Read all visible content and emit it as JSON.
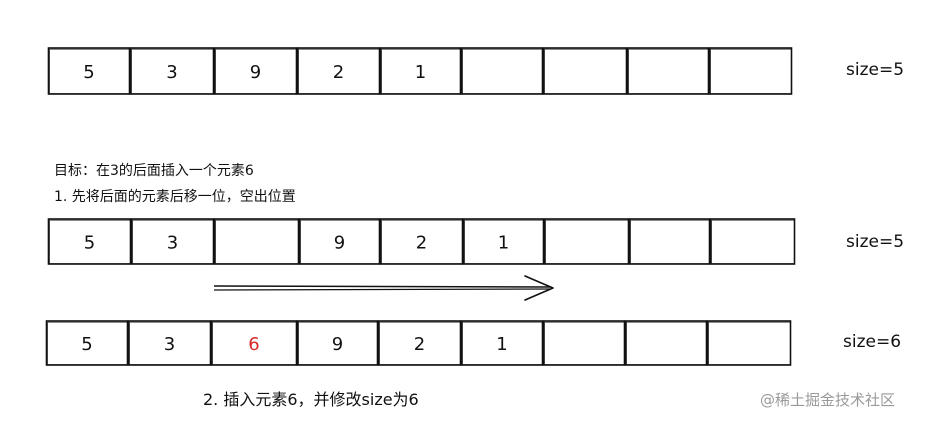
{
  "rows": [
    {
      "cells": [
        "5",
        "3",
        "9",
        "2",
        "1",
        "",
        "",
        "",
        ""
      ],
      "highlight_index": -1,
      "size_label": "size=5"
    },
    {
      "cells": [
        "5",
        "3",
        "",
        "9",
        "2",
        "1",
        "",
        "",
        ""
      ],
      "highlight_index": -1,
      "size_label": "size=5"
    },
    {
      "cells": [
        "5",
        "3",
        "6",
        "9",
        "2",
        "1",
        "",
        "",
        ""
      ],
      "highlight_index": 2,
      "size_label": "size=6"
    }
  ],
  "text": {
    "goal": "目标：在3的后面插入一个元素6",
    "step1": "1. 先将后面的元素后移一位，空出位置",
    "step2": "2. 插入元素6，并修改size为6",
    "watermark": "@稀土掘金技术社区"
  },
  "colors": {
    "ink": "#111111",
    "highlight": "#d62828",
    "watermark": "#9a9a9a"
  }
}
